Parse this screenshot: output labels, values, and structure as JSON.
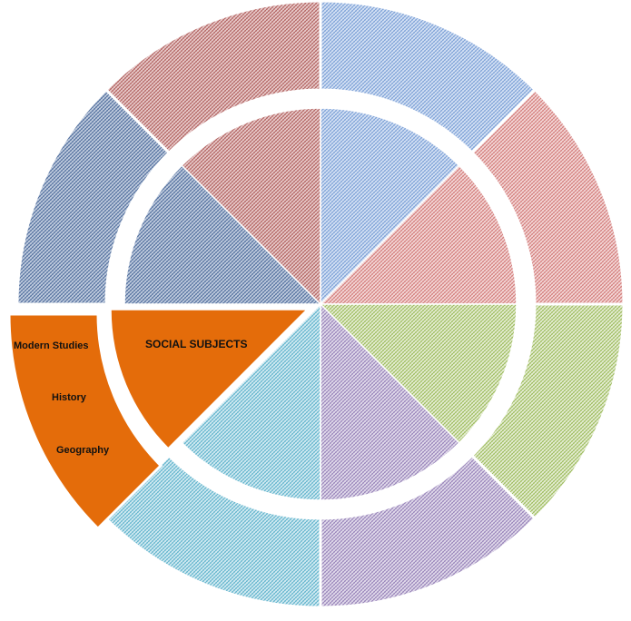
{
  "segments": [
    {
      "name": "blue",
      "line": "#7a9fd6",
      "bg": "#dbe6f6",
      "solid": false
    },
    {
      "name": "red",
      "line": "#d27a78",
      "bg": "#f6dede",
      "solid": false
    },
    {
      "name": "green",
      "line": "#9dbb5c",
      "bg": "#eaf1dc",
      "solid": false
    },
    {
      "name": "purple",
      "line": "#9682b8",
      "bg": "#e6e0ee",
      "solid": false
    },
    {
      "name": "cyan",
      "line": "#5fb3cc",
      "bg": "#daeef4",
      "solid": false
    },
    {
      "name": "orange",
      "line": "#e46c0a",
      "bg": "#e46c0a",
      "solid": true
    },
    {
      "name": "dark-blue",
      "line": "#4f6d9c",
      "bg": "#c9d3e3",
      "solid": false
    },
    {
      "name": "dark-red",
      "line": "#b0605e",
      "bg": "#ecd2d2",
      "solid": false
    }
  ],
  "highlight": {
    "title": "SOCIAL SUBJECTS",
    "subjects": [
      "Modern Studies",
      "History",
      "Geography"
    ]
  }
}
